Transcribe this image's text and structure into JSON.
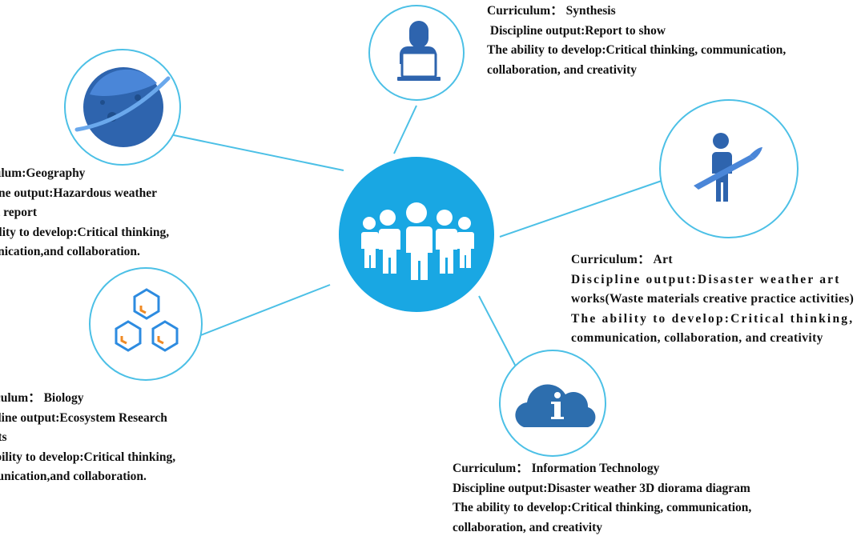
{
  "colors": {
    "connector": "#4cc0e6",
    "circle_outline": "#4cc0e6",
    "hub_fill": "#19a7e3",
    "icon_blue": "#2e64ae",
    "icon_dark_blue": "#1f4e8c",
    "paintbrush_blue": "#4a86d8",
    "hex_blue": "#2d8be0",
    "hex_orange": "#f08a24",
    "cloud_blue": "#2d6eae"
  },
  "nodes": {
    "hub": {
      "icon": "group-of-people-icon"
    },
    "synthesis": {
      "icon": "person-at-laptop-icon",
      "lines": [
        "Curriculum： Synthesis",
        " Discipline output:Report to show",
        "The ability to develop:Critical thinking,  communication,",
        "collaboration,  and creativity"
      ]
    },
    "geography": {
      "icon": "planet-icon",
      "lines": [
        "Curriculum:Geography",
        "Discipline output:Hazardous weather",
        "forecast report",
        "The ability to develop:Critical thinking,",
        "communication,and collaboration."
      ]
    },
    "art": {
      "icon": "person-with-paintbrush-icon",
      "lines": [
        "Curriculum： Art",
        "Discipline output:Disaster weather art",
        "works(Waste materials creative practice activities)",
        "The ability to develop:Critical thinking,",
        "communication,  collaboration,  and creativity"
      ]
    },
    "biology": {
      "icon": "hexagon-molecule-icon",
      "lines": [
        "Curriculum： Biology",
        "Discipline output:Ecosystem Research",
        "Reports",
        "The ability to develop:Critical thinking,",
        "communication,and collaboration."
      ]
    },
    "information_technology": {
      "icon": "info-cloud-icon",
      "lines": [
        "Curriculum： Information Technology",
        "Discipline output:Disaster weather 3D diorama diagram",
        "The ability to develop:Critical thinking,  communication,",
        "collaboration,  and creativity"
      ]
    }
  }
}
